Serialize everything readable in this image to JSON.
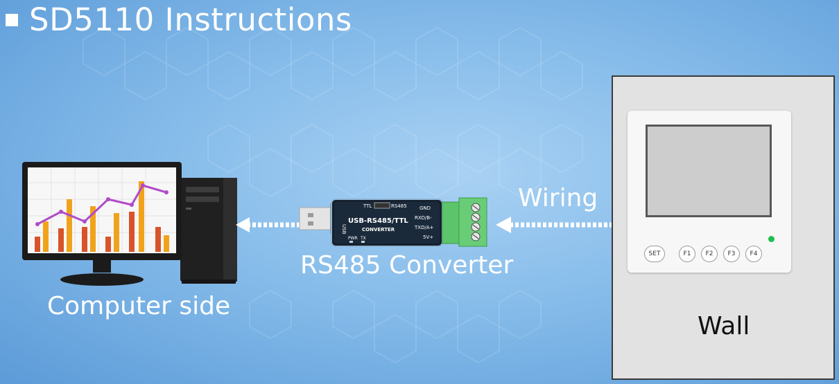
{
  "title": "SD5110 Instructions",
  "labels": {
    "computer": "Computer side",
    "converter": "RS485 Converter",
    "wiring": "Wiring",
    "wall": "Wall"
  },
  "converter_print": {
    "ttl": "TTL",
    "rs485": "RS485",
    "usb": "USB",
    "main": "USB-RS485/TTL",
    "sub": "CONVERTER",
    "gnd": "GND",
    "rxd": "RXD/B-",
    "txd": "TXD/A+",
    "v5": "5V+",
    "pwr": "PWR",
    "tx": "TX"
  },
  "thermostat_buttons": [
    "SET",
    "F1",
    "F2",
    "F3",
    "F4"
  ],
  "colors": {
    "background": "#86bcea",
    "text": "#ffffff",
    "arrow": "#ffffff",
    "terminal_green": "#5cc46a",
    "led_green": "#1fbf4e",
    "chart_orange": "#f0a31a",
    "chart_red": "#d9532a",
    "chart_line": "#b04ac9"
  }
}
